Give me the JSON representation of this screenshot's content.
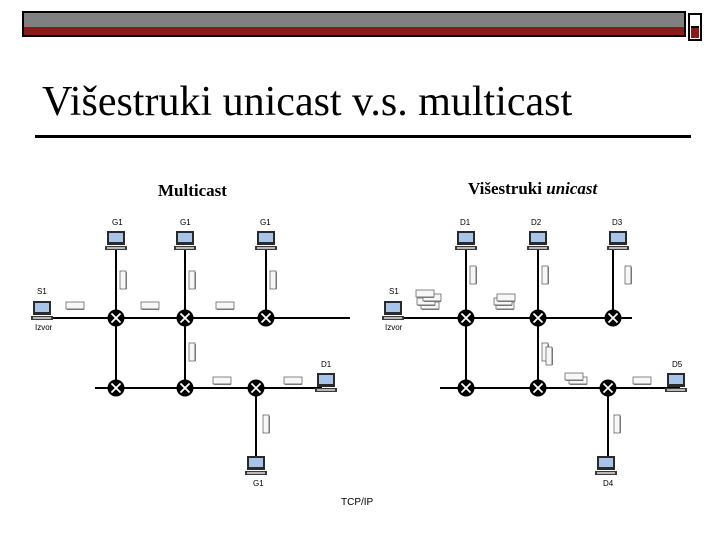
{
  "slide": {
    "title": "Višestruki unicast v.s. multicast",
    "left_label": "Multicast",
    "right_label_prefix": "Višestruki ",
    "right_label_italic": "unicast",
    "footer": "TCP/IP"
  },
  "left_diagram": {
    "top_hosts": [
      "G1",
      "G1",
      "G1"
    ],
    "source_label": "S1",
    "source_sub": "Izvor",
    "right_host": "D1",
    "bottom_host": "G1"
  },
  "right_diagram": {
    "top_hosts": [
      "D1",
      "D2",
      "D3"
    ],
    "source_label": "S1",
    "source_sub": "Izvor",
    "right_host": "D5",
    "bottom_host": "D4"
  },
  "colors": {
    "topbar": "#808080",
    "accent": "#8b1a1a",
    "line": "#000000"
  }
}
